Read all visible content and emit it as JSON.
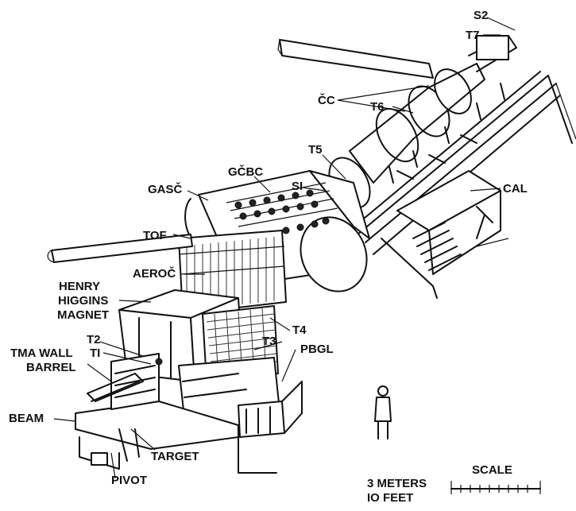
{
  "labels": {
    "s2": "S2",
    "t7": "T7",
    "cc": "ČC",
    "t6": "T6",
    "t5": "T5",
    "gcbc": "GČBC",
    "s1": "SI",
    "gasc": "GASČ",
    "cal": "CAL",
    "tof": "TOF",
    "aeroc": "AEROČ",
    "magnet_line1": "HENRY",
    "magnet_line2": "HIGGINS",
    "magnet_line3": "MAGNET",
    "t4": "T4",
    "t3": "T3",
    "pbgl": "PBGL",
    "t2": "T2",
    "t1": "TI",
    "tma_wall": "TMA WALL",
    "barrel": "BARREL",
    "beam": "BEAM",
    "target": "TARGET",
    "pivot": "PIVOT"
  },
  "scale": {
    "title": "SCALE",
    "meters": "3 METERS",
    "feet": "IO FEET"
  }
}
